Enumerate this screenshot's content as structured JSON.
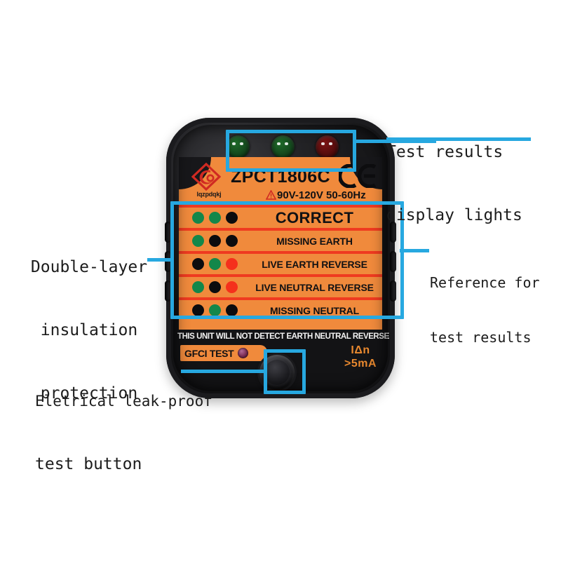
{
  "annotations": [
    {
      "id": "test-results-display-lights",
      "line1": "Test results",
      "line2": "display lights"
    },
    {
      "id": "double-layer-insulation-protection",
      "line1": "Double-layer",
      "line2": "insulation",
      "line3": "protection"
    },
    {
      "id": "reference-for-test-results",
      "line1": "Reference for",
      "line2": "test results"
    },
    {
      "id": "electrical-leak-proof-test-button",
      "line1": "Eletrical leak-proof",
      "line2": "test button"
    }
  ],
  "device": {
    "model": "ZPCT1806C",
    "brand_name": "lqzpdqkj",
    "ce_mark": "CE",
    "voltage_rating": "90V-120V 50-60Hz",
    "leds": [
      {
        "name": "led-left",
        "color": "green"
      },
      {
        "name": "led-center",
        "color": "green"
      },
      {
        "name": "led-right",
        "color": "red"
      }
    ],
    "notice": "THIS UNIT WILL NOT DETECT EARTH NEUTRAL REVERSE",
    "gfci_label": "GFCI TEST",
    "current_spec_line1": "IΔn",
    "current_spec_line2": ">5mA",
    "results_table": [
      {
        "label": "CORRECT",
        "dots": [
          "green",
          "green",
          "black"
        ]
      },
      {
        "label": "MISSING EARTH",
        "dots": [
          "green",
          "black",
          "black"
        ]
      },
      {
        "label": "LIVE EARTH REVERSE",
        "dots": [
          "black",
          "green",
          "red"
        ]
      },
      {
        "label": "LIVE NEUTRAL REVERSE",
        "dots": [
          "green",
          "black",
          "red"
        ]
      },
      {
        "label": "MISSING NEUTRAL",
        "dots": [
          "black",
          "green",
          "black"
        ]
      }
    ]
  },
  "colors": {
    "highlight_blue": "#27a8e0",
    "label_orange": "#f08a3c",
    "separator_red": "#ef3a20",
    "dot_green": "#13874a",
    "dot_red": "#f5301c",
    "dot_black": "#0c0c0e",
    "body_black": "#17171a"
  }
}
